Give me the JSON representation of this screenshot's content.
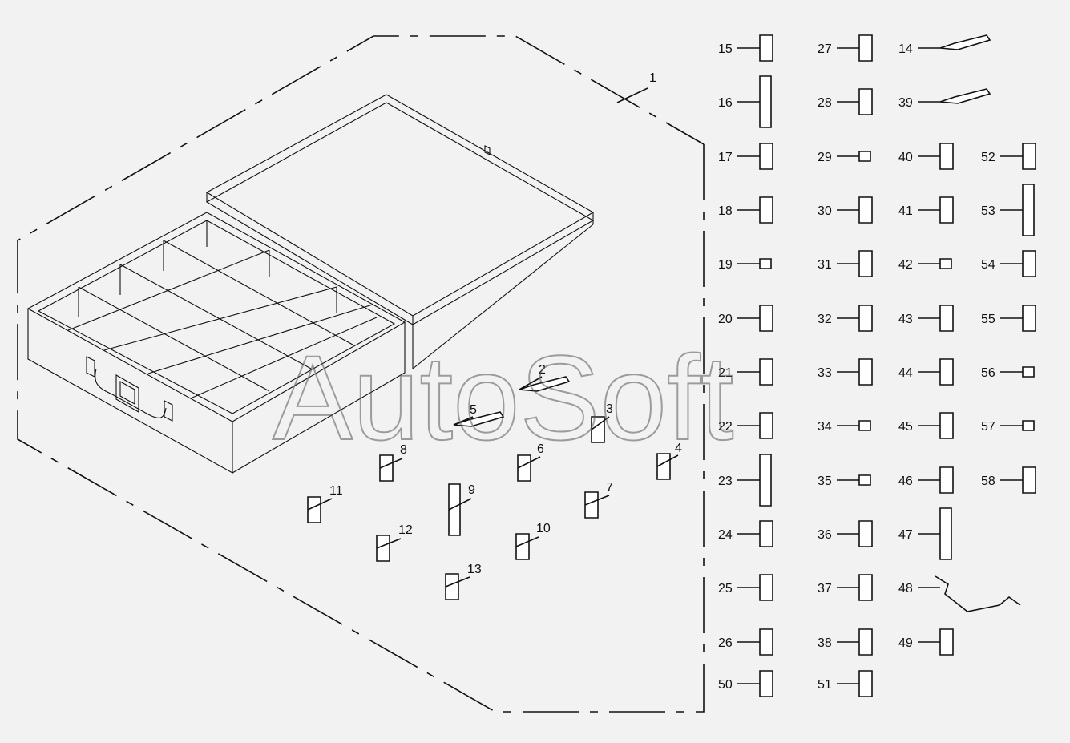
{
  "watermark": "AutoSoft",
  "background_color": "#f2f2f2",
  "ink_color": "#111111",
  "labels": [
    "1",
    "2",
    "3",
    "4",
    "5",
    "6",
    "7",
    "8",
    "9",
    "10",
    "11",
    "12",
    "13",
    "14",
    "15",
    "16",
    "17",
    "18",
    "19",
    "20",
    "21",
    "22",
    "23",
    "24",
    "25",
    "26",
    "27",
    "28",
    "29",
    "30",
    "31",
    "32",
    "33",
    "34",
    "35",
    "36",
    "37",
    "38",
    "39",
    "40",
    "41",
    "42",
    "43",
    "44",
    "45",
    "46",
    "47",
    "48",
    "49",
    "50",
    "51",
    "52",
    "53",
    "54",
    "55",
    "56",
    "57",
    "58"
  ]
}
